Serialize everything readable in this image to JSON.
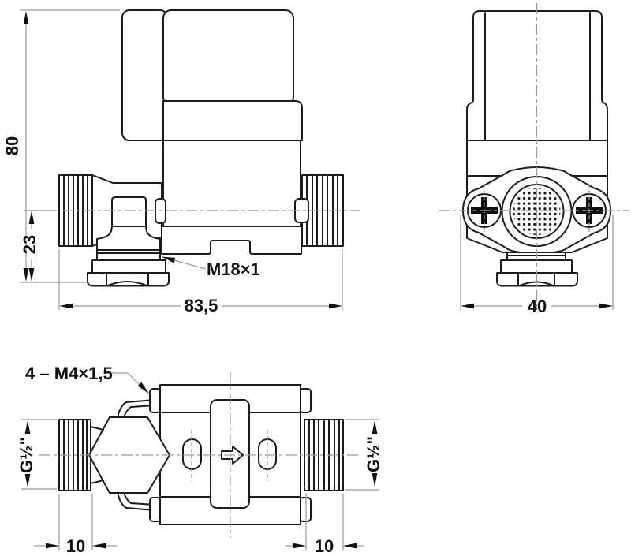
{
  "title": "solenoid-valve-dimension-drawing",
  "colors": {
    "background": "#ffffff",
    "object_line": "#1c1c1c",
    "thin_line": "#9a9a9a",
    "text": "#111111"
  },
  "views": {
    "side": {
      "dims": {
        "overall_height": "80",
        "centerline_to_base": "23",
        "overall_length": "83,5"
      },
      "labels": {
        "outlet_thread": "M18×1"
      }
    },
    "front": {
      "dims": {
        "flange_width": "40"
      }
    },
    "top": {
      "labels": {
        "mounting_screws": "4 – M4×1,5"
      },
      "dims": {
        "left_port_thread": "G½\"",
        "right_port_thread": "G½\"",
        "left_thread_length": "10",
        "right_thread_length": "10"
      }
    }
  }
}
